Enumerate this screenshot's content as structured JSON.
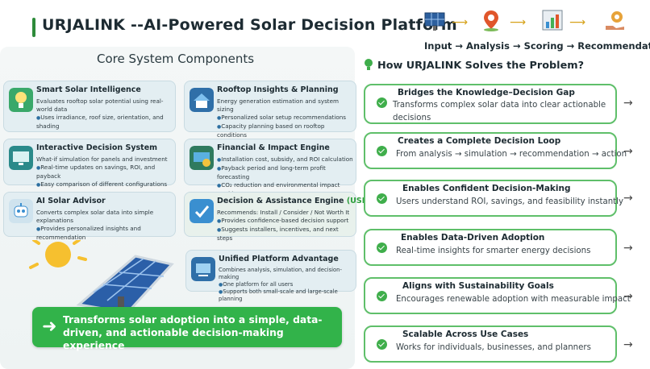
{
  "header": {
    "title": "URJALINK --AI-Powered Solar Decision Platform",
    "flow": "Input → Analysis → Scoring → Recommendation",
    "flow_icons": [
      "solar-panel-icon",
      "location-pin-icon",
      "bar-chart-icon",
      "gear-hand-icon"
    ]
  },
  "core": {
    "title": "Core System Components",
    "cards": [
      {
        "title": "Smart Solar Intelligence",
        "lines": [
          "Evaluates rooftop solar potential using real-world data",
          "Uses irradiance, roof size, orientation, and shading"
        ]
      },
      {
        "title": "Rooftop Insights & Planning",
        "lines": [
          "Energy generation estimation and system sizing",
          "Personalized solar setup recommendations",
          "Capacity planning based on rooftop conditions"
        ]
      },
      {
        "title": "Interactive Decision System",
        "lines": [
          "What-if simulation for panels and investment",
          "Real-time updates on savings, ROI, and payback",
          "Easy comparison of different configurations"
        ]
      },
      {
        "title": "Financial & Impact Engine",
        "lines": [
          "Installation cost, subsidy, and ROI calculation",
          "Payback period and long-term profit forecasting",
          "CO₂ reduction and environmental impact tracking"
        ]
      },
      {
        "title": "AI Solar Advisor",
        "lines": [
          "Converts complex solar data into simple explanations",
          "Provides personalized insights and recommendation"
        ]
      },
      {
        "title": "Decision & Assistance Engine",
        "title_tag": "(USP)",
        "lines": [
          "Recommends: Install / Consider / Not Worth It",
          "Provides confidence-based decision support",
          "Suggests installers, incentives, and next steps"
        ]
      },
      {
        "title": "Unified Platform Advantage",
        "lines": [
          "Combines analysis, simulation, and decision-making",
          "One platform for all users",
          "Supports both small-scale and large-scale planning"
        ]
      }
    ],
    "banner": "Transforms solar adoption into a simple, data-driven, and actionable decision-making experience"
  },
  "how": {
    "title": "How URJALINK Solves the Problem?",
    "items": [
      {
        "title": "Bridges the Knowledge–Decision Gap",
        "desc": "Transforms complex solar data into clear actionable decisions"
      },
      {
        "title": "Creates a Complete Decision Loop",
        "desc": "From analysis → simulation → recommendation → action"
      },
      {
        "title": "Enables Confident Decision-Making",
        "desc": "Users understand ROI, savings, and feasibility instantly"
      },
      {
        "title": "Enables Data-Driven Adoption",
        "desc": "Real-time insights for smarter energy decisions"
      },
      {
        "title": "Aligns with Sustainability Goals",
        "desc": "Encourages renewable adoption with measurable impact"
      },
      {
        "title": "Scalable Across Use Cases",
        "desc": "Works for individuals, businesses, and planners"
      }
    ],
    "arrow": "→"
  },
  "colors": {
    "accent": "#32b34a",
    "card_bg": "#e3eef2",
    "border": "#5fbf6a"
  }
}
